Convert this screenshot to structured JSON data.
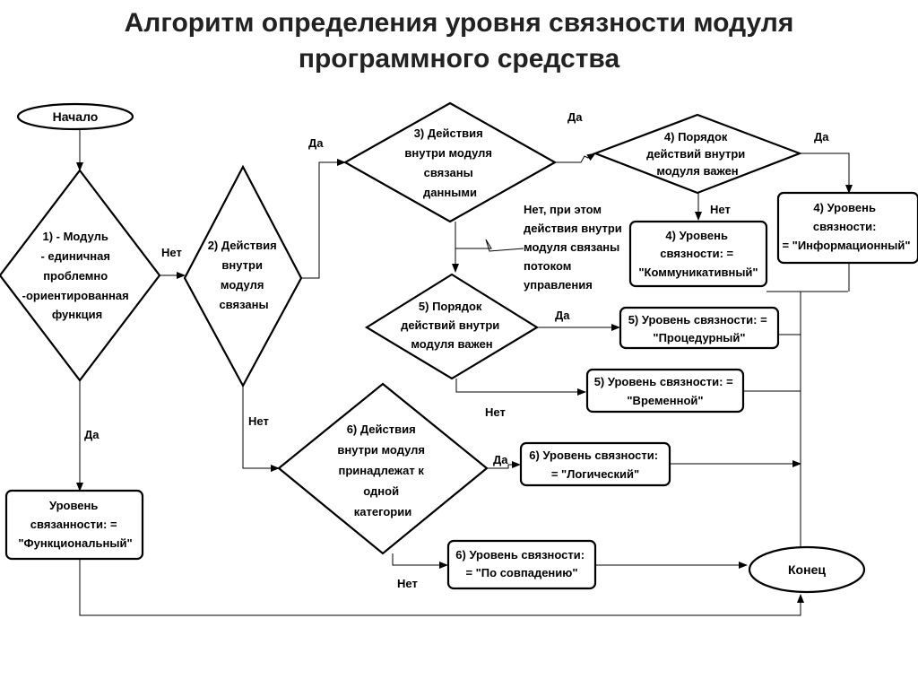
{
  "title": {
    "line1": "Алгоритм определения уровня связности модуля",
    "line2": "программного средства"
  },
  "nodes": {
    "start": "Начало",
    "end": "Конец",
    "d1": [
      "1) - Модуль",
      "- единичная",
      "проблемно",
      "-ориентированная",
      "функция"
    ],
    "d2": [
      "2) Действия",
      "внутри",
      "модуля",
      "связаны"
    ],
    "d3": [
      "3) Действия",
      "внутри модуля",
      "связаны",
      "данными"
    ],
    "d4": [
      "4) Порядок",
      "действий внутри",
      "модуля важен"
    ],
    "d5": [
      "5) Порядок",
      "действий внутри",
      "модуля важен"
    ],
    "d6": [
      "6) Действия",
      "внутри модуля",
      "принадлежат к",
      "одной",
      "категории"
    ],
    "functional": [
      "Уровень",
      "связанности: =",
      "\"Функциональный\""
    ],
    "informational": [
      "4) Уровень",
      "связности:",
      "= \"Информационный\""
    ],
    "communicative": [
      "4) Уровень",
      "связности: =",
      "\"Коммуникативный\""
    ],
    "procedural": [
      "5) Уровень связности: =",
      "\"Процедурный\""
    ],
    "temporal": [
      "5) Уровень связности: =",
      "\"Временной\""
    ],
    "logical": [
      "6) Уровень связности:",
      "= \"Логический\""
    ],
    "coincidental": [
      "6) Уровень связности:",
      "= \"По совпадению\""
    ]
  },
  "labels": {
    "yes": "Да",
    "no": "Нет",
    "control_flow_note": [
      "Нет, при этом",
      "действия внутри",
      "модуля связаны",
      "потоком",
      "управления"
    ]
  }
}
